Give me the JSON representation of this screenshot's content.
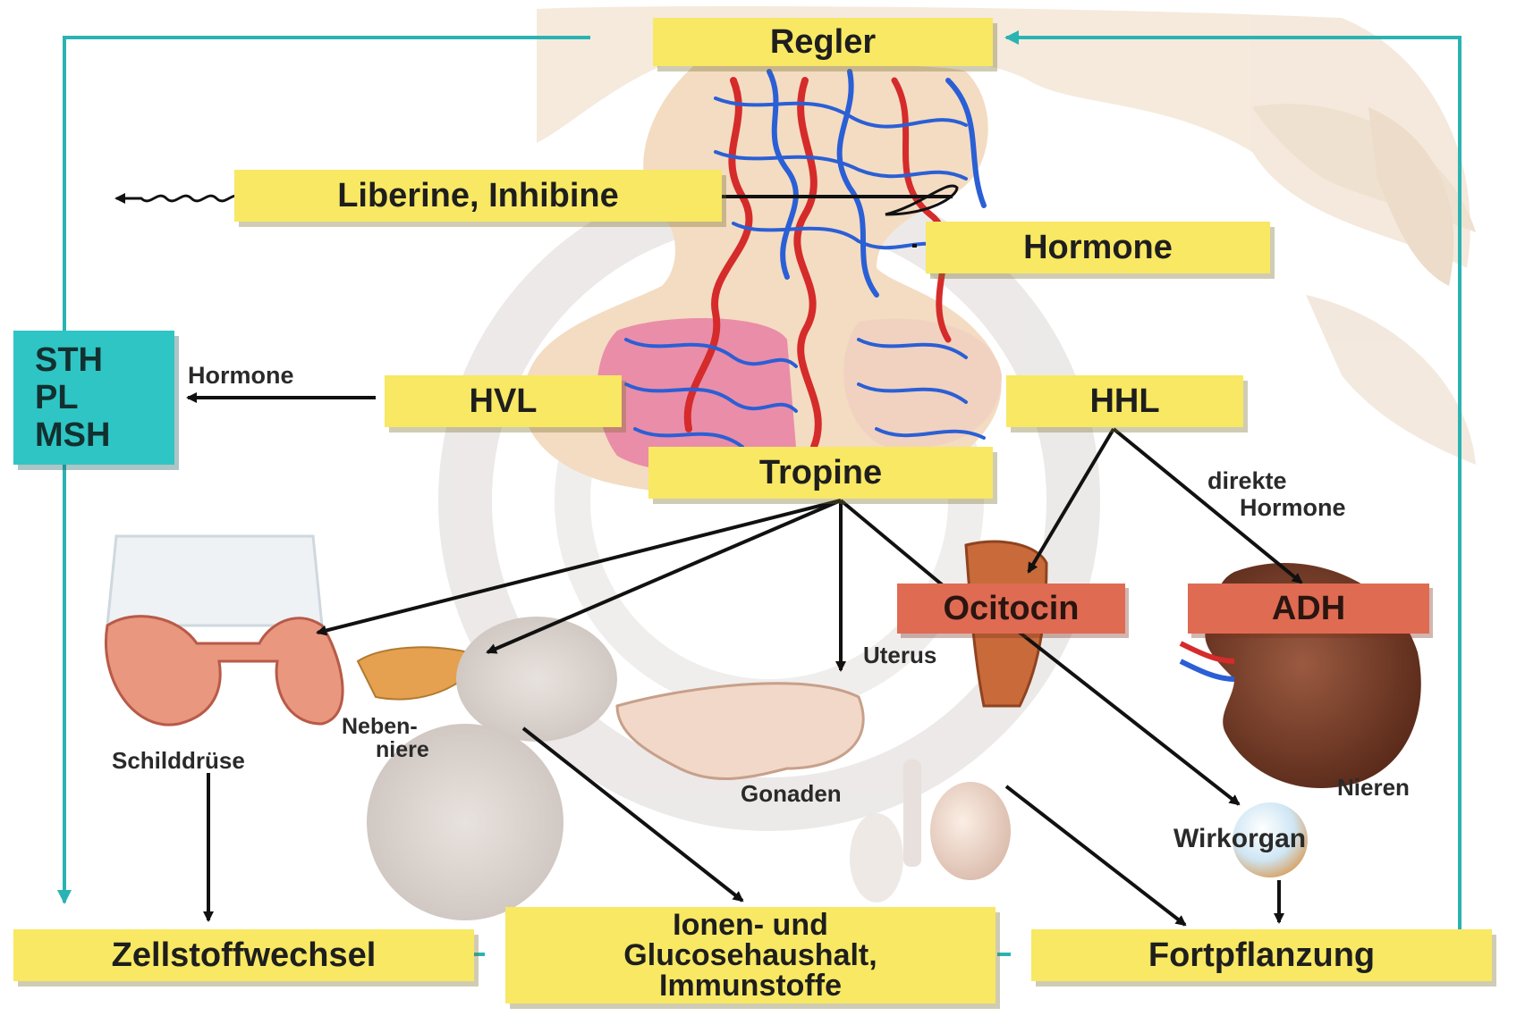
{
  "colors": {
    "box_yellow": "#f8e863",
    "box_red": "#df6b52",
    "box_teal": "#2fc5c5",
    "feedback_line": "#2bb3b3",
    "vessel_red": "#d52b2b",
    "vessel_blue": "#2b5fd5"
  },
  "boxes": {
    "regler": "Regler",
    "liberine": "Liberine, Inhibine",
    "hormone_top": "Hormone",
    "hvl": "HVL",
    "hhl": "HHL",
    "tropine": "Tropine",
    "ocitocin": "Ocitocin",
    "adh": "ADH",
    "zellstoff": "Zellstoffwechsel",
    "ionen": [
      "Ionen- und",
      "Glucosehaushalt,",
      "Immunstoffe"
    ],
    "fortpflanzung": "Fortpflanzung",
    "sth_group": [
      "STH",
      "PL",
      "MSH"
    ]
  },
  "labels": {
    "hormone_arrow": "Hormone",
    "direkte_hormone": [
      "direkte",
      "Hormone"
    ],
    "uterus": "Uterus",
    "nebenniere": [
      "Neben-",
      "niere"
    ],
    "schilddruese": "Schilddrüse",
    "gonaden": "Gonaden",
    "nieren": "Nieren",
    "wirkorgan": "Wirkorgan"
  },
  "icons": {
    "nerve_signal": "wavy-arrow-icon"
  }
}
